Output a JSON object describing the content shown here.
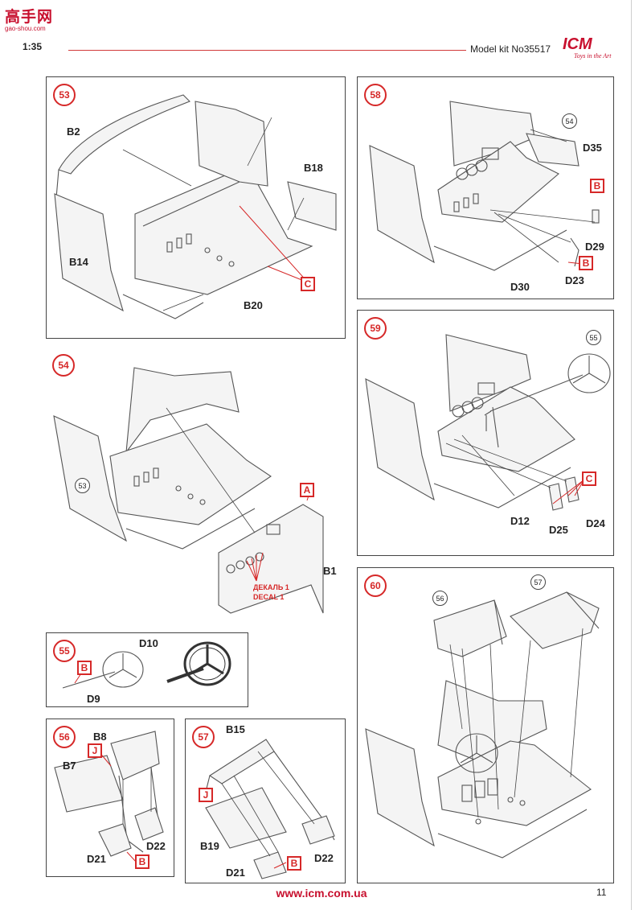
{
  "watermark": {
    "main": "高手网",
    "sub": "gao-shou.com"
  },
  "header": {
    "scale": "1:35",
    "kit": "Model kit No35517"
  },
  "logo": {
    "main": "ICM",
    "tag": "Toys in the Art"
  },
  "steps": {
    "s53": {
      "num": "53",
      "labels": {
        "b2": "B2",
        "b18": "B18",
        "b14": "B14",
        "b20": "B20",
        "c": "C"
      }
    },
    "s54": {
      "num": "54",
      "ref": "53",
      "labels": {
        "a": "A",
        "b1": "B1"
      },
      "decal_ru": "ДЕКАЛЬ 1",
      "decal_en": "DECAL 1"
    },
    "s55": {
      "num": "55",
      "labels": {
        "d10": "D10",
        "b": "B",
        "d9": "D9"
      }
    },
    "s56": {
      "num": "56",
      "labels": {
        "b8": "B8",
        "b7": "B7",
        "j": "J",
        "d22": "D22",
        "d21": "D21",
        "b": "B"
      }
    },
    "s57": {
      "num": "57",
      "labels": {
        "b15": "B15",
        "j": "J",
        "b19": "B19",
        "d22": "D22",
        "d21": "D21",
        "b": "B"
      }
    },
    "s58": {
      "num": "58",
      "ref": "54",
      "labels": {
        "d35": "D35",
        "b1": "B",
        "d29": "D29",
        "b2": "B",
        "d30": "D30",
        "d23": "D23"
      }
    },
    "s59": {
      "num": "59",
      "ref": "55",
      "labels": {
        "c": "C",
        "d12": "D12",
        "d25": "D25",
        "d24": "D24"
      }
    },
    "s60": {
      "num": "60",
      "ref1": "56",
      "ref2": "57"
    }
  },
  "footer": {
    "url": "www.icm.com.ua",
    "page": "11"
  }
}
